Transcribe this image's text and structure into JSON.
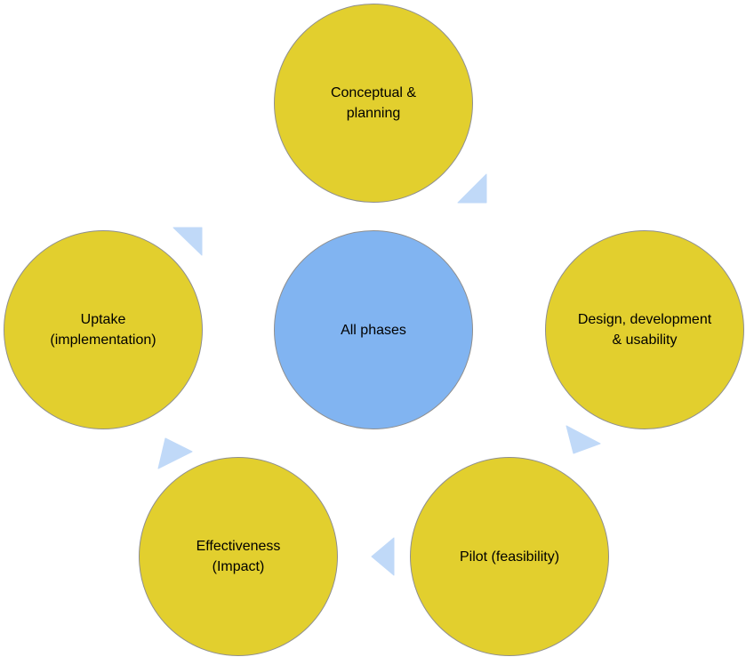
{
  "diagram": {
    "center": {
      "label": "All phases"
    },
    "phases": [
      {
        "id": "conceptual",
        "label": "Conceptual &\nplanning"
      },
      {
        "id": "design",
        "label": "Design, development\n& usability"
      },
      {
        "id": "pilot",
        "label": "Pilot (feasibility)"
      },
      {
        "id": "effectiveness",
        "label": "Effectiveness\n(Impact)"
      },
      {
        "id": "uptake",
        "label": "Uptake\n(implementation)"
      }
    ]
  },
  "colors": {
    "phase_fill": "#e2cf2e",
    "center_fill": "#81b4f1",
    "arrow_fill": "#c0d9f8",
    "outline": "#8f8f8f"
  }
}
